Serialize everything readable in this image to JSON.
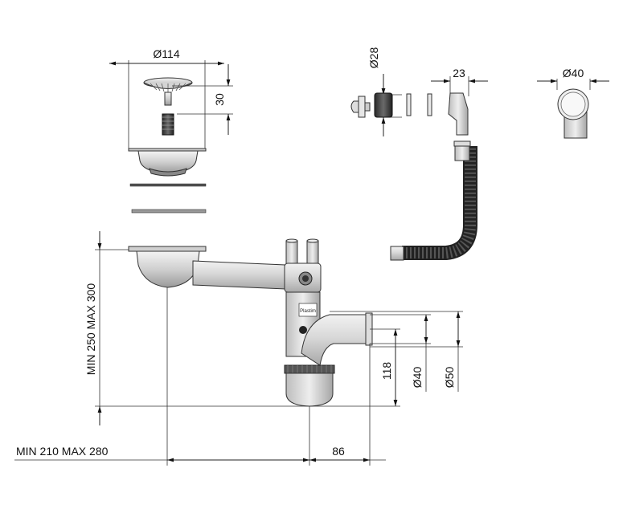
{
  "dimensions": {
    "strainer_diameter": "Ø114",
    "strainer_depth": "30",
    "cap_diameter": "Ø28",
    "hose_offset": "23",
    "outlet_diameter": "Ø40",
    "min_max_height": "MIN 250 MAX 300",
    "min_max_width": "MIN 210 MAX 280",
    "outlet_offset": "86",
    "outlet_height": "118",
    "pipe_inner_diameter": "Ø40",
    "pipe_outer_diameter": "Ø50"
  },
  "siphon_label": "Plastim"
}
